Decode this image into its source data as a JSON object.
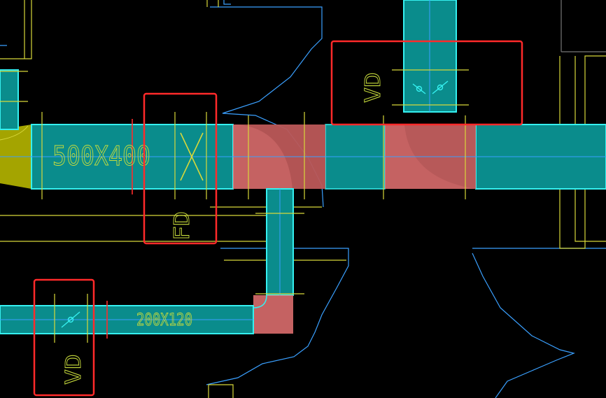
{
  "drawing": {
    "background": "#000000",
    "colors": {
      "duct_fill": "#0a8c8c",
      "duct_edge": "#35f0f0",
      "line_yellow": "#d8d83a",
      "label_yellow": "#c8dc3c",
      "fitting_red": "#e87373",
      "mark_red": "#ff2a2a",
      "blue_line": "#3aa0ff",
      "olive_fill": "#a4a400"
    },
    "labels": {
      "main_duct_size": "500X400",
      "branch_duct_size": "200X120",
      "vd_top": "VD",
      "vd_bottom": "VD",
      "fd": "FD"
    },
    "symbols": [
      "fire-damper-x",
      "volume-damper-top",
      "volume-damper-bottom"
    ],
    "highlight_boxes": [
      "highlight-fd",
      "highlight-vd-top",
      "highlight-vd-bottom"
    ]
  }
}
